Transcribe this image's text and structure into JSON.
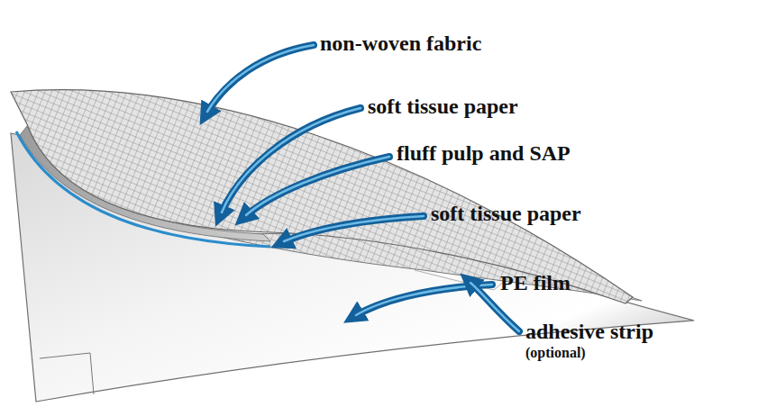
{
  "diagram": {
    "labels": [
      "non-woven fabric",
      "soft tissue paper",
      "fluff pulp and SAP",
      "soft tissue paper",
      "PE film",
      "adhesive strip",
      "(optional)"
    ]
  }
}
